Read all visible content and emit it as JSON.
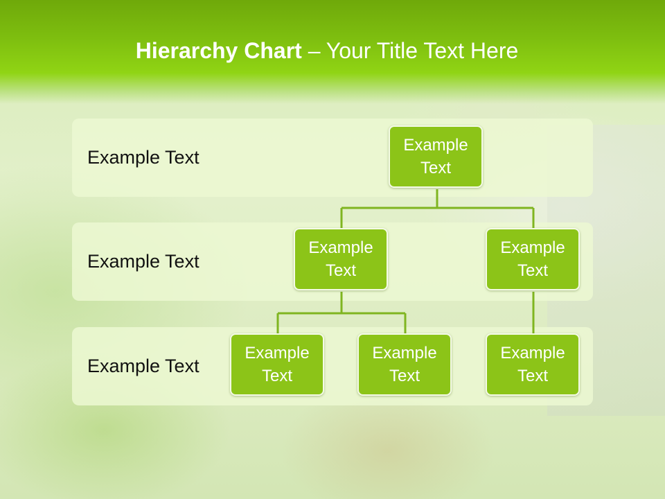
{
  "title": {
    "bold": "Hierarchy Chart",
    "rest": " – Your Title Text Here"
  },
  "levels": [
    {
      "label": "Example Text"
    },
    {
      "label": "Example Text"
    },
    {
      "label": "Example Text"
    }
  ],
  "nodes": {
    "root": "Example Text",
    "level2_left": "Example Text",
    "level2_right": "Example Text",
    "level3_a": "Example Text",
    "level3_b": "Example Text",
    "level3_c": "Example Text"
  },
  "colors": {
    "header": "#7dbd0f",
    "node_fill": "#8cc418",
    "node_border": "#f4fbe6",
    "connector": "#7fb520",
    "band": "#ecf8d2"
  }
}
